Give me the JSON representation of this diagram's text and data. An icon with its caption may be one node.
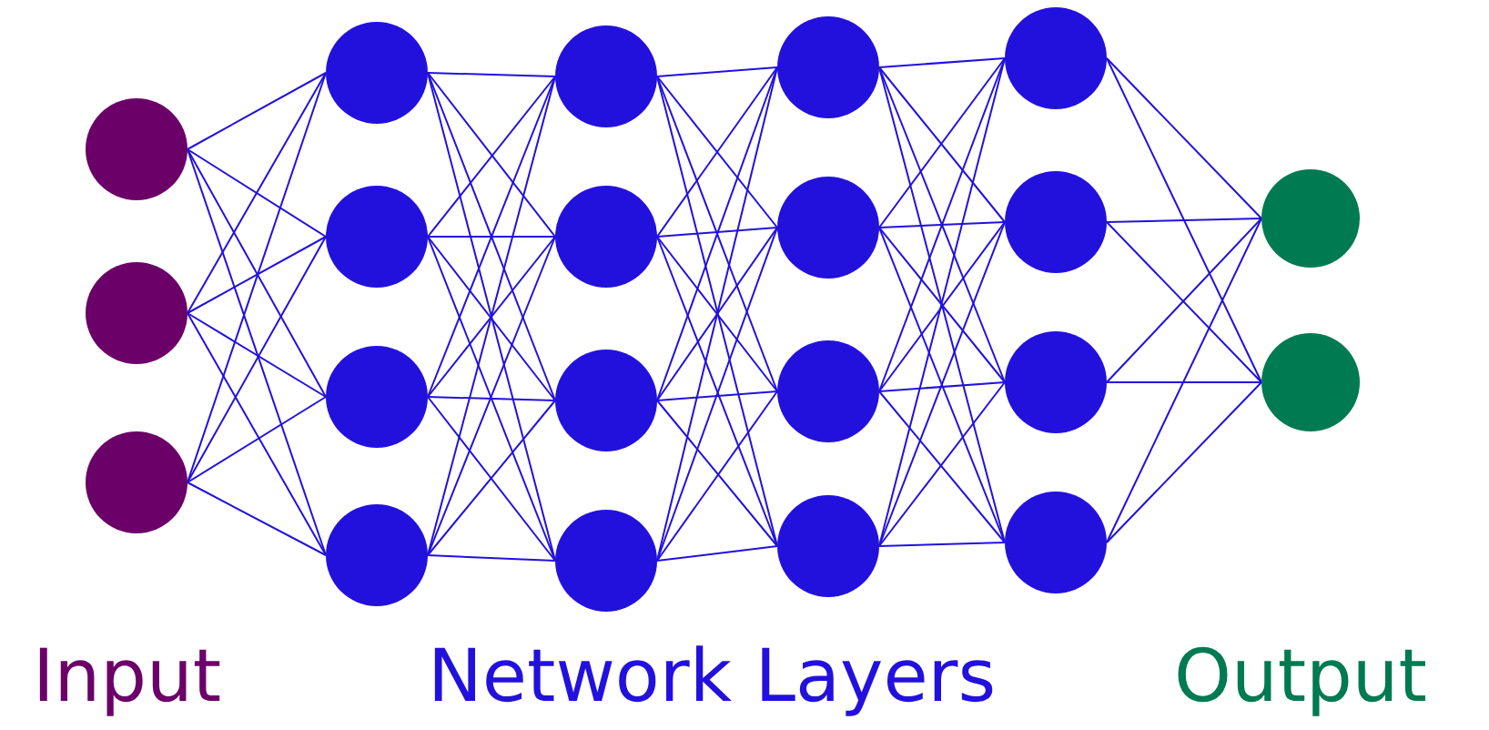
{
  "diagram": {
    "nodes": [
      {
        "text": [],
        "shape": "circle"
      },
      {
        "text": [],
        "shape": "circle"
      },
      {
        "text": [],
        "shape": "circle"
      },
      {
        "text": [],
        "shape": "circle"
      },
      {
        "text": [],
        "shape": "circle"
      },
      {
        "text": [],
        "shape": "circle"
      },
      {
        "text": [],
        "shape": "circle"
      },
      {
        "text": [],
        "shape": "circle"
      },
      {
        "text": [],
        "shape": "circle"
      },
      {
        "text": [],
        "shape": "circle"
      },
      {
        "text": [],
        "shape": "circle"
      },
      {
        "text": [],
        "shape": "circle"
      },
      {
        "text": [],
        "shape": "circle"
      },
      {
        "text": [],
        "shape": "circle"
      },
      {
        "text": [],
        "shape": "circle"
      },
      {
        "text": [],
        "shape": "circle"
      },
      {
        "text": [],
        "shape": "circle"
      },
      {
        "text": [],
        "shape": "circle"
      },
      {
        "text": [],
        "shape": "circle"
      },
      {
        "text": [],
        "shape": "circle"
      },
      {
        "text": [],
        "shape": "circle"
      }
    ],
    "edges": [
      {
        "from": 0,
        "to": 3,
        "arrow": "none"
      },
      {
        "from": 0,
        "to": 4,
        "arrow": "none"
      },
      {
        "from": 0,
        "to": 5,
        "arrow": "none"
      },
      {
        "from": 0,
        "to": 6,
        "arrow": "none"
      },
      {
        "from": 1,
        "to": 3,
        "arrow": "none"
      },
      {
        "from": 1,
        "to": 4,
        "arrow": "none"
      },
      {
        "from": 1,
        "to": 5,
        "arrow": "none"
      },
      {
        "from": 1,
        "to": 6,
        "arrow": "none"
      },
      {
        "from": 2,
        "to": 3,
        "arrow": "none"
      },
      {
        "from": 2,
        "to": 4,
        "arrow": "none"
      },
      {
        "from": 2,
        "to": 5,
        "arrow": "none"
      },
      {
        "from": 2,
        "to": 6,
        "arrow": "none"
      },
      {
        "from": 3,
        "to": 7,
        "arrow": "none"
      },
      {
        "from": 3,
        "to": 8,
        "arrow": "none"
      },
      {
        "from": 3,
        "to": 9,
        "arrow": "none"
      },
      {
        "from": 3,
        "to": 10,
        "arrow": "none"
      },
      {
        "from": 4,
        "to": 7,
        "arrow": "none"
      },
      {
        "from": 4,
        "to": 8,
        "arrow": "none"
      },
      {
        "from": 4,
        "to": 9,
        "arrow": "none"
      },
      {
        "from": 4,
        "to": 10,
        "arrow": "none"
      },
      {
        "from": 5,
        "to": 7,
        "arrow": "none"
      },
      {
        "from": 5,
        "to": 8,
        "arrow": "none"
      },
      {
        "from": 5,
        "to": 9,
        "arrow": "none"
      },
      {
        "from": 5,
        "to": 10,
        "arrow": "none"
      },
      {
        "from": 6,
        "to": 7,
        "arrow": "none"
      },
      {
        "from": 6,
        "to": 8,
        "arrow": "none"
      },
      {
        "from": 6,
        "to": 9,
        "arrow": "none"
      },
      {
        "from": 6,
        "to": 10,
        "arrow": "none"
      },
      {
        "from": 7,
        "to": 11,
        "arrow": "none"
      },
      {
        "from": 7,
        "to": 12,
        "arrow": "none"
      },
      {
        "from": 7,
        "to": 13,
        "arrow": "none"
      },
      {
        "from": 7,
        "to": 14,
        "arrow": "none"
      },
      {
        "from": 8,
        "to": 11,
        "arrow": "none"
      },
      {
        "from": 8,
        "to": 12,
        "arrow": "none"
      },
      {
        "from": 8,
        "to": 13,
        "arrow": "none"
      },
      {
        "from": 8,
        "to": 14,
        "arrow": "none"
      },
      {
        "from": 9,
        "to": 11,
        "arrow": "none"
      },
      {
        "from": 9,
        "to": 12,
        "arrow": "none"
      },
      {
        "from": 9,
        "to": 13,
        "arrow": "none"
      },
      {
        "from": 9,
        "to": 14,
        "arrow": "none"
      },
      {
        "from": 10,
        "to": 11,
        "arrow": "none"
      },
      {
        "from": 10,
        "to": 12,
        "arrow": "none"
      },
      {
        "from": 10,
        "to": 13,
        "arrow": "none"
      },
      {
        "from": 10,
        "to": 14,
        "arrow": "none"
      },
      {
        "from": 11,
        "to": 15,
        "arrow": "none"
      },
      {
        "from": 11,
        "to": 16,
        "arrow": "none"
      },
      {
        "from": 11,
        "to": 17,
        "arrow": "none"
      },
      {
        "from": 11,
        "to": 18,
        "arrow": "none"
      },
      {
        "from": 12,
        "to": 15,
        "arrow": "none"
      },
      {
        "from": 12,
        "to": 16,
        "arrow": "none"
      },
      {
        "from": 12,
        "to": 17,
        "arrow": "none"
      },
      {
        "from": 12,
        "to": 18,
        "arrow": "none"
      },
      {
        "from": 13,
        "to": 15,
        "arrow": "none"
      },
      {
        "from": 13,
        "to": 16,
        "arrow": "none"
      },
      {
        "from": 13,
        "to": 17,
        "arrow": "none"
      },
      {
        "from": 13,
        "to": 18,
        "arrow": "none"
      },
      {
        "from": 14,
        "to": 15,
        "arrow": "none"
      },
      {
        "from": 14,
        "to": 16,
        "arrow": "none"
      },
      {
        "from": 14,
        "to": 17,
        "arrow": "none"
      },
      {
        "from": 14,
        "to": 18,
        "arrow": "none"
      },
      {
        "from": 15,
        "to": 19,
        "arrow": "none"
      },
      {
        "from": 15,
        "to": 20,
        "arrow": "none"
      },
      {
        "from": 16,
        "to": 19,
        "arrow": "none"
      },
      {
        "from": 16,
        "to": 20,
        "arrow": "none"
      },
      {
        "from": 17,
        "to": 19,
        "arrow": "none"
      },
      {
        "from": 17,
        "to": 20,
        "arrow": "none"
      },
      {
        "from": 18,
        "to": 19,
        "arrow": "none"
      },
      {
        "from": 18,
        "to": 20,
        "arrow": "none"
      }
    ],
    "labels": [
      "Input",
      "Network Layers",
      "Output"
    ]
  }
}
